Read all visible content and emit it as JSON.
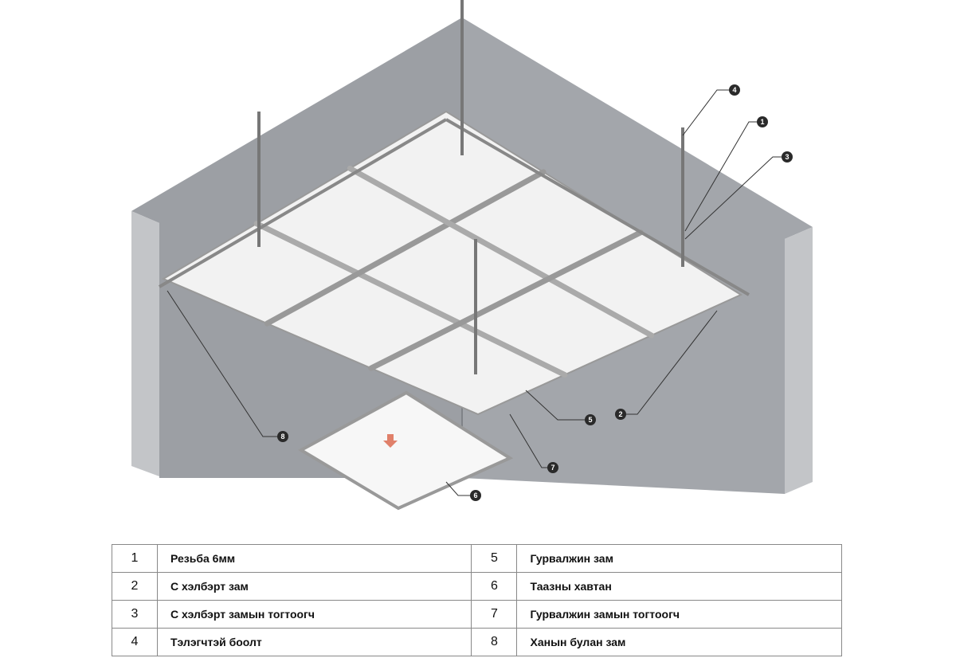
{
  "diagram": {
    "callouts": [
      "1",
      "2",
      "3",
      "4",
      "5",
      "6",
      "7",
      "8"
    ]
  },
  "legend": {
    "rows": [
      {
        "left_num": "1",
        "left_text": "Резьба 6мм",
        "right_num": "5",
        "right_text": "Гурвалжин зам"
      },
      {
        "left_num": "2",
        "left_text": "С хэлбэрт зам",
        "right_num": "6",
        "right_text": "Таазны хавтан"
      },
      {
        "left_num": "3",
        "left_text": "С хэлбэрт замын тогтоогч",
        "right_num": "7",
        "right_text": "Гурвалжин замын тогтоогч"
      },
      {
        "left_num": "4",
        "left_text": "Тэлэгчтэй боолт",
        "right_num": "8",
        "right_text": "Ханын булан зам"
      }
    ]
  },
  "colors": {
    "wall": "#9c9fa4",
    "wall_edge": "#c8c9cc",
    "panel": "#f4f4f4",
    "arrow": "#e0806a",
    "callout": "#2a2a2a"
  }
}
